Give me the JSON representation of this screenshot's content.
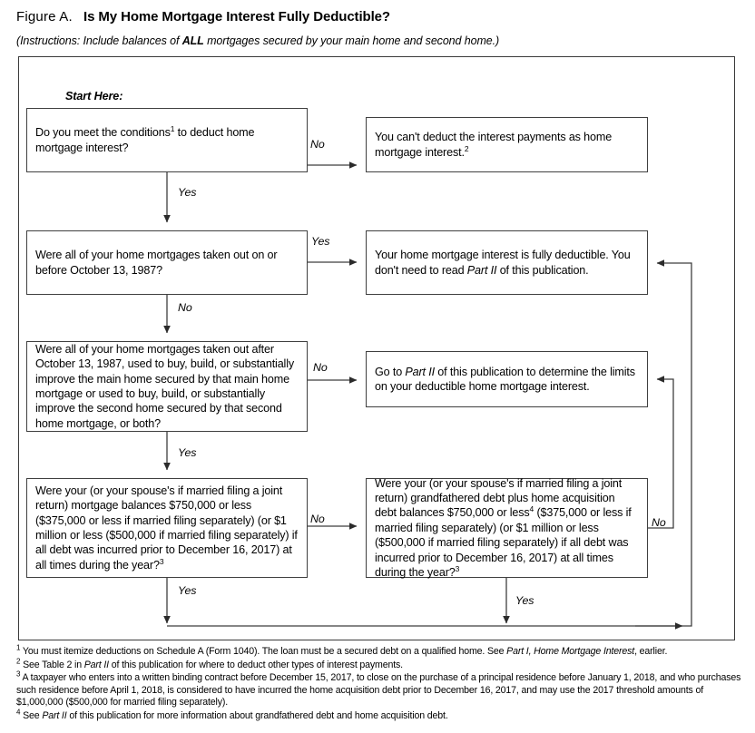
{
  "header": {
    "figure_label": "Figure A.",
    "title": "Is My Home Mortgage Interest Fully Deductible?",
    "instructions_prefix": "(Instructions: Include balances of ",
    "instructions_bold": "ALL",
    "instructions_suffix": " mortgages secured by your main home and second home.)"
  },
  "start_here_label": "Start Here:",
  "boxes": {
    "start": {
      "text_before_sup": "Do you meet the conditions",
      "sup": "1",
      "text_after_sup": " to deduct home mortgage interest?"
    },
    "no_deduct": {
      "text_before_sup": "You can't deduct the interest payments as home mortgage interest.",
      "sup": "2",
      "text_after_sup": ""
    },
    "q1987": {
      "text": "Were all of your home mortgages taken out on or before October 13, 1987?"
    },
    "fully_deductible": {
      "text_a": "Your home mortgage interest is fully deductible. You don't need to read ",
      "italic": "Part II",
      "text_b": " of this publication."
    },
    "q_after_1987": {
      "text": "Were all of your home mortgages taken out after October 13, 1987, used to buy, build, or substantially improve the main home secured by that main home mortgage or used to buy, build, or substantially improve the second home secured by that second home mortgage, or both?"
    },
    "go_part_ii": {
      "text_a": "Go to ",
      "italic": "Part II",
      "text_b": " of this publication to determine the limits on your deductible home mortgage interest."
    },
    "q_balances": {
      "text_before_sup": "Were your (or your spouse's if married filing a joint return) mortgage balances $750,000 or less ($375,000 or less if married filing separately) (or $1 million or less ($500,000 if married filing separately) if all debt was incurred prior to December 16, 2017) at all times during the year?",
      "sup": "3",
      "text_after_sup": ""
    },
    "q_grandfathered": {
      "text_a": "Were your (or your spouse's if married filing a joint return) grandfathered debt plus home acquisition debt balances $750,000 or less",
      "sup_a": "4",
      "text_b": " ($375,000 or less if married filing separately) (or $1 million or less ($500,000 if married filing separately) if all debt was incurred prior to December 16, 2017) at all times during the year?",
      "sup_b": "3",
      "text_c": ""
    }
  },
  "edges": {
    "no_1": "No",
    "yes_1": "Yes",
    "yes_2": "Yes",
    "no_2": "No",
    "no_3": "No",
    "yes_3": "Yes",
    "no_4": "No",
    "no_5": "No",
    "yes_4": "Yes",
    "yes_5": "Yes"
  },
  "footnotes": [
    {
      "marker": "1",
      "parts": [
        {
          "t": " You must itemize deductions on Schedule A (Form 1040). The loan must be a secured debt on a qualified home. See ",
          "i": false
        },
        {
          "t": "Part I, Home Mortgage Interest",
          "i": true
        },
        {
          "t": ", earlier.",
          "i": false
        }
      ]
    },
    {
      "marker": "2",
      "parts": [
        {
          "t": " See Table 2 in ",
          "i": false
        },
        {
          "t": "Part II",
          "i": true
        },
        {
          "t": " of this publication for where to deduct other types of interest payments.",
          "i": false
        }
      ]
    },
    {
      "marker": "3",
      "parts": [
        {
          "t": " A taxpayer who enters into a written binding contract before December 15, 2017, to close on the purchase of a principal residence before January 1, 2018, and who purchases such residence before April 1, 2018, is considered to have incurred the home acquisition debt prior to December 16, 2017, and may use the 2017 threshold amounts of $1,000,000 ($500,000 for married filing separately).",
          "i": false
        }
      ]
    },
    {
      "marker": "4",
      "parts": [
        {
          "t": " See ",
          "i": false
        },
        {
          "t": "Part II",
          "i": true
        },
        {
          "t": " of this publication for more information about grandfathered debt and home acquisition debt.",
          "i": false
        }
      ]
    }
  ],
  "colors": {
    "line": "#3f3f3f",
    "text": "#000000",
    "background": "#ffffff"
  }
}
